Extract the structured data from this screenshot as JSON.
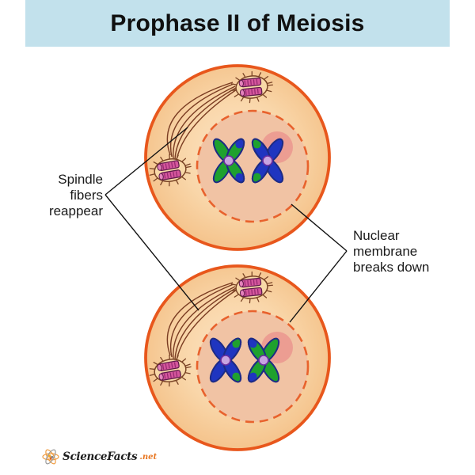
{
  "title": "Prophase II of Meiosis",
  "labels": {
    "spindle_fibers": "Spindle\nfibers\nreappear",
    "nuclear_membrane": "Nuclear\nmembrane\nbreaks down"
  },
  "logo": {
    "brand": "ScienceFacts",
    "suffix": ".net",
    "icon": "atom-icon"
  },
  "diagram": {
    "cell_count": 2,
    "top_cell": {
      "chromosomes": [
        "green with blue tips",
        "blue with green tips"
      ]
    },
    "bottom_cell": {
      "chromosomes": [
        "blue with green tips",
        "green with blue tips"
      ]
    },
    "structures": [
      "cell membrane",
      "dashed nuclear membrane breaking down",
      "nucleolus remnant",
      "two X-shaped chromosomes per cell",
      "two centrosomes with aster rays per cell",
      "spindle fibers between centrosomes"
    ]
  },
  "colors": {
    "banner_bg": "#c2e1ec",
    "title_color": "#101010",
    "cell_border": "#e8571c",
    "cell_fill_center": "#fde5c6",
    "cell_fill_edge": "#f4c188",
    "nucleus_fill": "#f1c3a4",
    "nucleus_border": "#e8622d",
    "nucleolus": "#ec9d92",
    "chromosome_green": "#1fa12e",
    "chromosome_blue": "#1f35c0",
    "chromosome_outline": "#1d2b85",
    "centromere_fill": "#c7a4e0",
    "centromere_outline": "#6b2d9e",
    "centrosome_fill": "#f8d9a8",
    "aster_color": "#7a4426",
    "centriole_fill": "#d4569c",
    "centriole_stripe": "#93286f",
    "centriole_cap": "#e583bd",
    "centriole_outline": "#5e1b4a",
    "fiber_color": "#7a3c22",
    "label_color": "#1a1a1a",
    "line_color": "#111111",
    "logo_orange": "#e87722"
  }
}
